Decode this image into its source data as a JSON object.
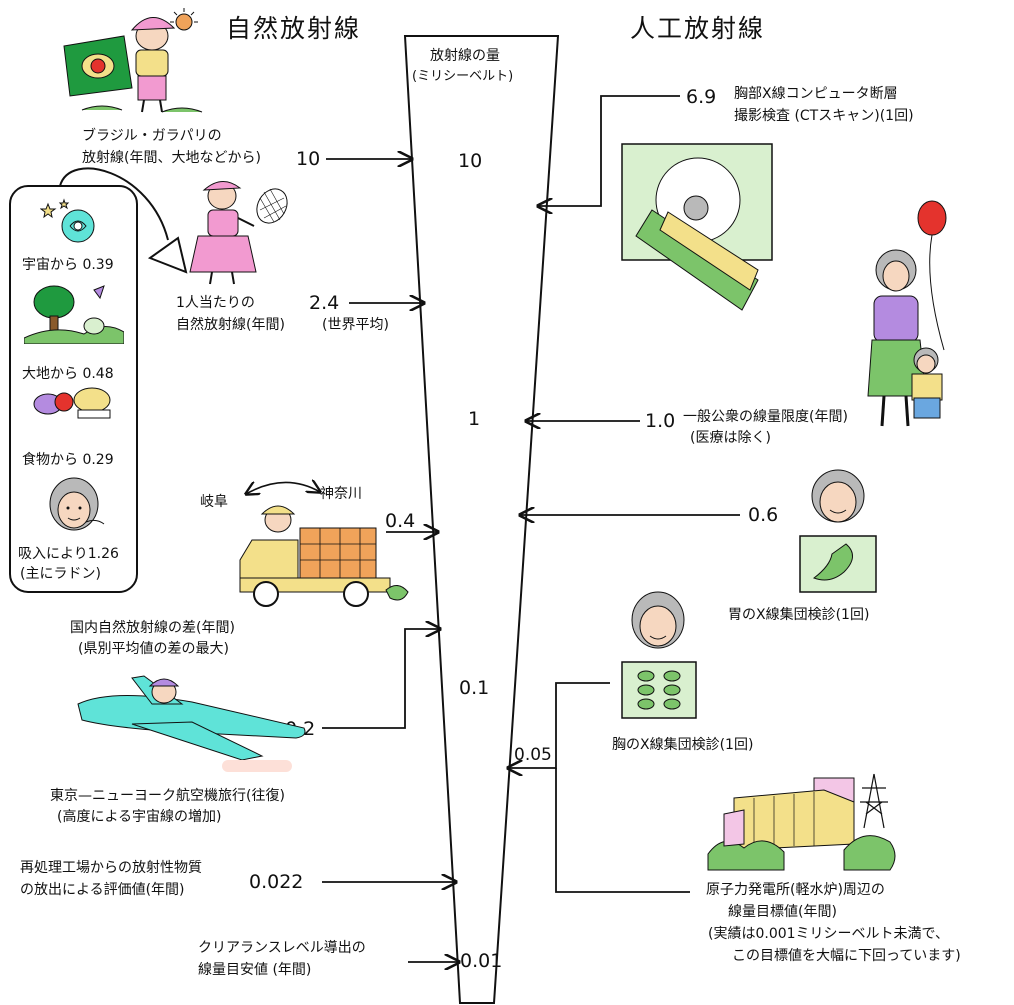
{
  "headings": {
    "natural": "自然放射線",
    "artificial": "人工放射線"
  },
  "funnel": {
    "title_line1": "放射線の量",
    "title_line2": "(ミリシーベルト)",
    "ticks": [
      "10",
      "1",
      "0.1",
      "0.01"
    ]
  },
  "natural": {
    "brazil": {
      "line1": "ブラジル・ガラパリの",
      "line2": "放射線(年間、大地などから)",
      "value": "10"
    },
    "world_avg": {
      "line1": "1人当たりの",
      "line2": "自然放射線(年間)",
      "value": "2.4",
      "note": "(世界平均)"
    },
    "breakdown": {
      "space": "宇宙から 0.39",
      "ground": "大地から 0.48",
      "food": "食物から 0.29",
      "inhalation_line1": "吸入により1.26",
      "inhalation_line2": "(主にラドン)"
    },
    "domestic": {
      "from": "岐阜",
      "to": "神奈川",
      "value": "0.4",
      "line1": "国内自然放射線の差(年間)",
      "line2": "(県別平均値の差の最大)"
    },
    "flight": {
      "value": "0.2",
      "line1": "東京—ニューヨーク航空機旅行(往復)",
      "line2": "(高度による宇宙線の増加)"
    },
    "reprocessing": {
      "line1": "再処理工場からの放射性物質",
      "line2": "の放出による評価値(年間)",
      "value": "0.022"
    },
    "clearance": {
      "line1": "クリアランスレベル導出の",
      "line2": "線量目安値 (年間)"
    }
  },
  "artificial": {
    "ct": {
      "value": "6.9",
      "line1": "胸部X線コンピュータ断層",
      "line2": "撮影検査 (CTスキャン)(1回)"
    },
    "public_limit": {
      "value": "1.0",
      "line1": "一般公衆の線量限度(年間)",
      "line2": "(医療は除く)"
    },
    "stomach": {
      "value": "0.6",
      "label": "胃のX線集団検診(1回)"
    },
    "chest": {
      "value": "0.05",
      "label": "胸のX線集団検診(1回)"
    },
    "npp": {
      "line1": "原子力発電所(軽水炉)周辺の",
      "line2": "線量目標値(年間)",
      "line3": "(実績は0.001ミリシーベルト未満で、",
      "line4": "この目標値を大幅に下回っています)"
    }
  },
  "colors": {
    "line": "#111111",
    "skin": "#f6d7c0",
    "hair_gray": "#b9b9b9",
    "pink": "#f29ad0",
    "purple": "#b48be0",
    "green": "#7cc46a",
    "pale_green": "#d9f0cf",
    "yellow": "#f3e08a",
    "orange": "#f0a35a",
    "red": "#e4332d",
    "cyan": "#5fe3d8",
    "brazil_flag": "#1f9a3f"
  }
}
